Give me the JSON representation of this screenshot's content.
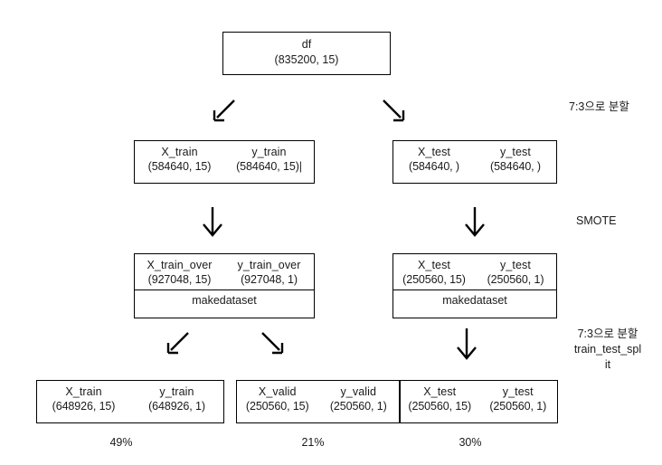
{
  "diagram": {
    "title": "data split and SMOTE pipeline flowchart",
    "nodes": {
      "source": {
        "name": "df",
        "shape": "(835200, 15)"
      },
      "split1_train": {
        "x_label": "X_train",
        "y_label": "y_train",
        "x_shape": "(584640, 15)",
        "y_shape": "(584640, 15)|"
      },
      "split1_test": {
        "x_label": "X_test",
        "y_label": "y_test",
        "x_shape": "(584640, )",
        "y_shape": "(584640, )"
      },
      "smote_train": {
        "x_label": "X_train_over",
        "y_label": "y_train_over",
        "x_shape": "(927048, 15)",
        "y_shape": "(927048, 1)",
        "sub": "makedataset"
      },
      "smote_test": {
        "x_label": "X_test",
        "y_label": "y_test",
        "x_shape": "(250560, 15)",
        "y_shape": "(250560, 1)",
        "sub": "makedataset"
      },
      "final_train": {
        "x_label": "X_train",
        "y_label": "y_train",
        "x_shape": "(648926, 15)",
        "y_shape": "(648926, 1)"
      },
      "final_valid": {
        "x_label": "X_valid",
        "y_label": "y_valid",
        "x_shape": "(250560, 15)",
        "y_shape": "(250560, 1)"
      },
      "final_test": {
        "x_label": "X_test",
        "y_label": "y_test",
        "x_shape": "(250560, 15)",
        "y_shape": "(250560, 1)"
      }
    },
    "annotations": {
      "split_ratio_top": "7:3으로 분할",
      "smote": "SMOTE",
      "split_ratio_bottom": "7:3으로 분할\ntrain_test_spl\nit"
    },
    "percentages": {
      "train": "49%",
      "valid": "21%",
      "test": "30%"
    },
    "arrows": {
      "down_left": "arrow-down-left",
      "down_right": "arrow-down-right",
      "down": "arrow-down"
    }
  }
}
